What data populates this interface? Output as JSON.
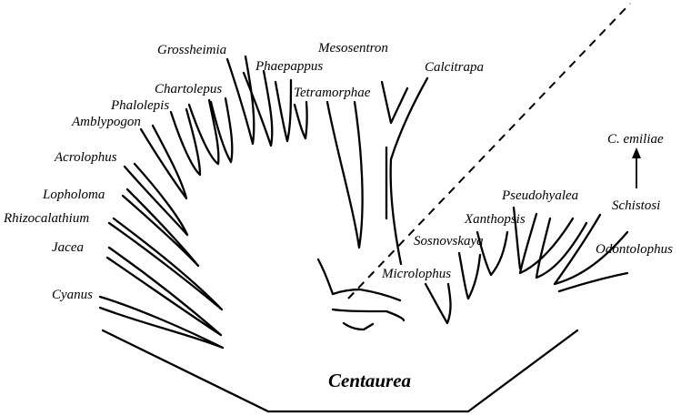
{
  "diagram": {
    "root_label": "Centaurea",
    "outgroup_label": "C. emiliae",
    "taxa": {
      "cyanus": "Cyanus",
      "jacea": "Jacea",
      "rhizocalathium": "Rhizocalathium",
      "lopholoma": "Lopholoma",
      "acrolophus": "Acrolophus",
      "amblypogon": "Amblypogon",
      "phalolepis": "Phalolepis",
      "chartolepus": "Chartolepus",
      "grossheimia": "Grossheimia",
      "phaepappus": "Phaepappus",
      "mesosentron": "Mesosentron",
      "tetramorphae": "Tetramorphae",
      "calcitrapa": "Calcitrapa",
      "microlophus": "Microlophus",
      "sosnovskaya": "Sosnovskaya",
      "xanthopsis": "Xanthopsis",
      "pseudohyalea": "Pseudohyalea",
      "schistosi": "Schistosi",
      "odontolophus": "Odontolophus"
    }
  }
}
